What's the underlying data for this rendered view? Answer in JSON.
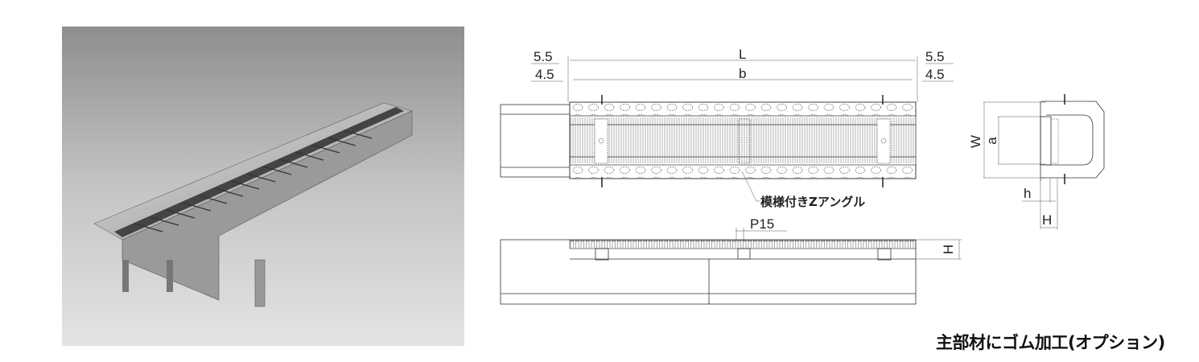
{
  "plan_view": {
    "dim_L": "L",
    "dim_b": "b",
    "left_outer": "5.5",
    "left_inner": "4.5",
    "right_outer": "5.5",
    "right_inner": "4.5",
    "angle_label": "模様付きZアングル"
  },
  "side_view": {
    "pitch": "P15",
    "dim_H": "H"
  },
  "section_view": {
    "dim_W": "W",
    "dim_a": "a",
    "dim_h": "h",
    "dim_H": "H"
  },
  "caption": "主部材にゴム加工(オプション)"
}
